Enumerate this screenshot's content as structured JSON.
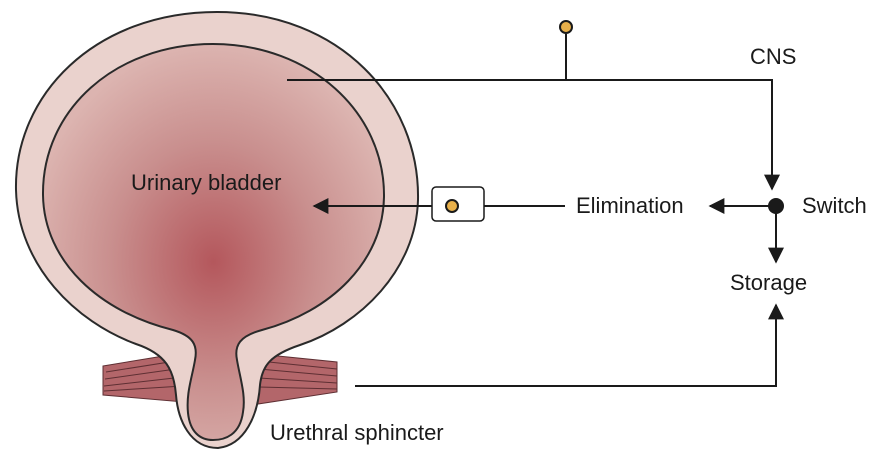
{
  "diagram": {
    "labels": {
      "bladder": "Urinary bladder",
      "cns": "CNS",
      "switch": "Switch",
      "elimination": "Elimination",
      "storage": "Storage",
      "sphincter": "Urethral sphincter"
    },
    "colors": {
      "bladder_wall": "#ead2cd",
      "bladder_outline": "#2a2a2a",
      "lumen_center": "#b4575c",
      "lumen_edge": "#d8aca8",
      "muscle": "#a45b5f",
      "neuron_fill": "#e8b04a",
      "line": "#1a1a1a"
    }
  }
}
